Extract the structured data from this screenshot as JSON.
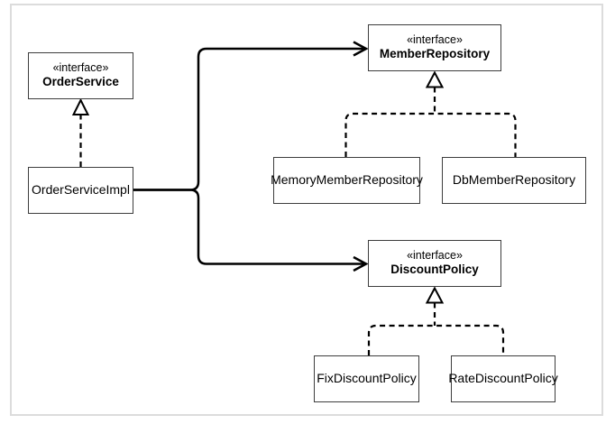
{
  "diagram": {
    "kind": "uml-class-diagram",
    "background_color": "#ffffff",
    "frame_border_color": "#dcdcdc",
    "line_color": "#000000",
    "box_border_color": "#3d3d3d",
    "nodes": [
      {
        "id": "order-service",
        "stereotype": "«interface»",
        "name": "OrderService"
      },
      {
        "id": "order-service-impl",
        "stereotype": "",
        "name": "OrderServiceImpl"
      },
      {
        "id": "member-repository",
        "stereotype": "«interface»",
        "name": "MemberRepository"
      },
      {
        "id": "memory-member-repository",
        "stereotype": "",
        "name": "MemoryMemberRepository"
      },
      {
        "id": "db-member-repository",
        "stereotype": "",
        "name": "DbMemberRepository"
      },
      {
        "id": "discount-policy",
        "stereotype": "«interface»",
        "name": "DiscountPolicy"
      },
      {
        "id": "fix-discount-policy",
        "stereotype": "",
        "name": "FixDiscountPolicy"
      },
      {
        "id": "rate-discount-policy",
        "stereotype": "",
        "name": "RateDiscountPolicy"
      }
    ],
    "edges": [
      {
        "from": "OrderServiceImpl",
        "to": "OrderService",
        "type": "realization",
        "style": "dashed-hollow-triangle"
      },
      {
        "from": "OrderServiceImpl",
        "to": "MemberRepository",
        "type": "dependency",
        "style": "solid-open-arrow"
      },
      {
        "from": "OrderServiceImpl",
        "to": "DiscountPolicy",
        "type": "dependency",
        "style": "solid-open-arrow"
      },
      {
        "from": "MemoryMemberRepository",
        "to": "MemberRepository",
        "type": "realization",
        "style": "dashed-hollow-triangle"
      },
      {
        "from": "DbMemberRepository",
        "to": "MemberRepository",
        "type": "realization",
        "style": "dashed-hollow-triangle"
      },
      {
        "from": "FixDiscountPolicy",
        "to": "DiscountPolicy",
        "type": "realization",
        "style": "dashed-hollow-triangle"
      },
      {
        "from": "RateDiscountPolicy",
        "to": "DiscountPolicy",
        "type": "realization",
        "style": "dashed-hollow-triangle"
      }
    ]
  }
}
